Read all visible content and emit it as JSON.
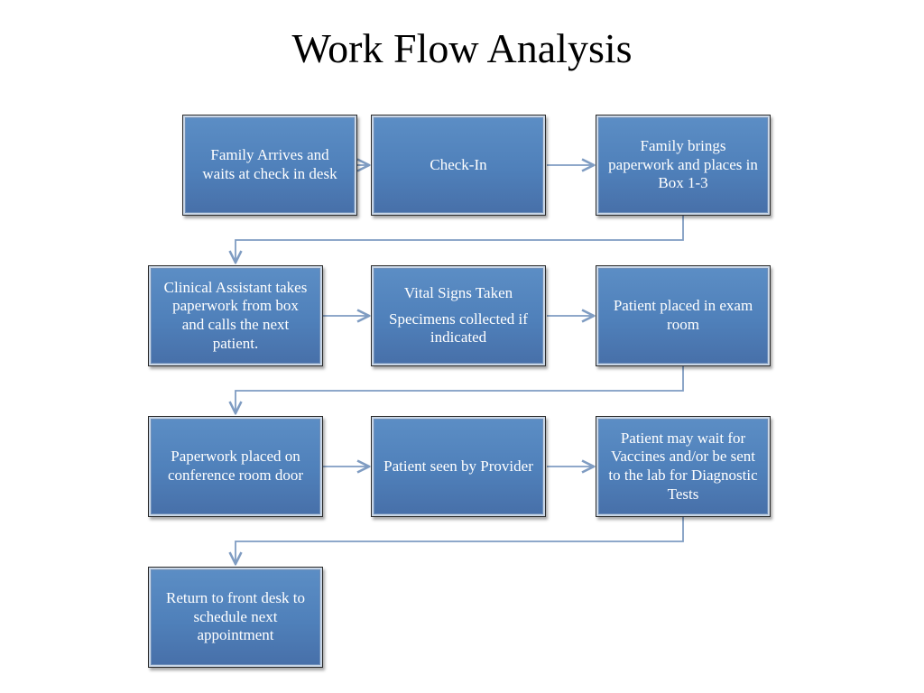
{
  "title": "Work Flow Analysis",
  "colors": {
    "box_fill": "#4f81bd",
    "box_text": "#ffffff",
    "connector": "#7f9cc2"
  },
  "steps": [
    {
      "text": "Family Arrives and waits at check in desk"
    },
    {
      "text": "Check-In"
    },
    {
      "text": "Family brings paperwork and places in Box 1-3"
    },
    {
      "text": "Clinical Assistant takes paperwork from box and calls the next patient."
    },
    {
      "text": "Vital Signs Taken",
      "text2": "Specimens collected if indicated"
    },
    {
      "text": "Patient placed in exam room"
    },
    {
      "text": "Paperwork placed on conference room door"
    },
    {
      "text": "Patient seen by Provider"
    },
    {
      "text": "Patient may wait for Vaccines and/or be sent to the lab for Diagnostic Tests"
    },
    {
      "text": "Return to front desk to schedule next appointment"
    }
  ]
}
